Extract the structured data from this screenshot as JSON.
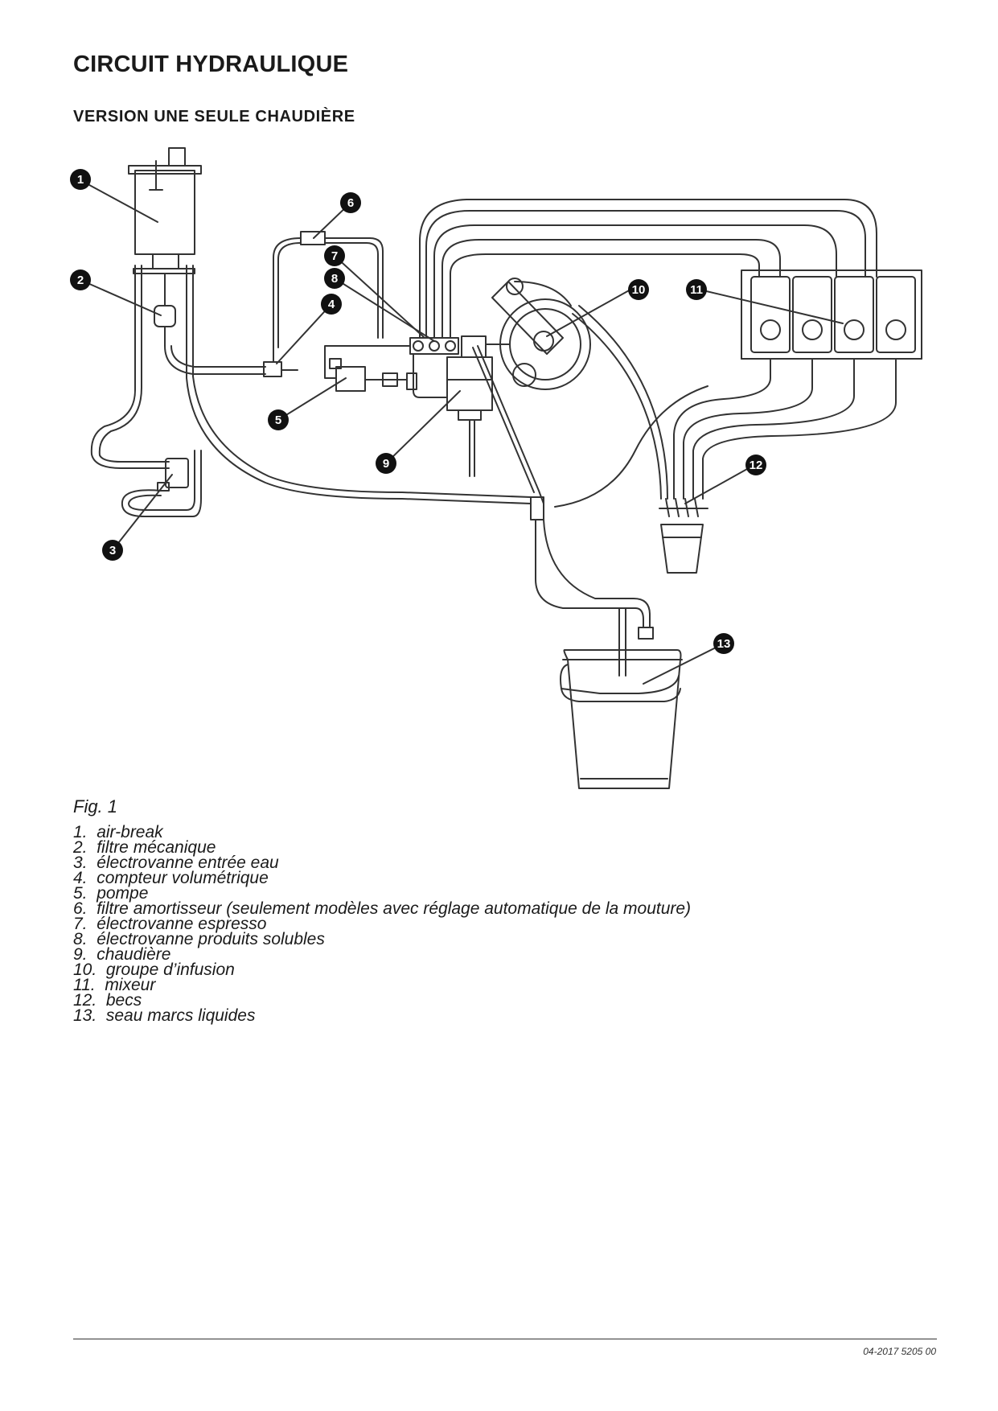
{
  "page": {
    "title": "CIRCUIT HYDRAULIQUE",
    "subtitle": "VERSION UNE SEULE CHAUDIÈRE"
  },
  "figure": {
    "label": "Fig. 1",
    "callouts": [
      "1",
      "2",
      "3",
      "4",
      "5",
      "6",
      "7",
      "8",
      "9",
      "10",
      "11",
      "12",
      "13"
    ]
  },
  "legend": [
    {
      "num": "1.",
      "text": "air-break"
    },
    {
      "num": "2.",
      "text": "filtre mécanique"
    },
    {
      "num": "3.",
      "text": "électrovanne entrée eau"
    },
    {
      "num": "4.",
      "text": "compteur volumétrique"
    },
    {
      "num": "5.",
      "text": "pompe"
    },
    {
      "num": "6.",
      "text": "filtre amortisseur (seulement modèles avec réglage automatique de la mouture)"
    },
    {
      "num": "7.",
      "text": "électrovanne espresso"
    },
    {
      "num": "8.",
      "text": "électrovanne produits solubles"
    },
    {
      "num": "9.",
      "text": "chaudière"
    },
    {
      "num": "10.",
      "text": "groupe d’infusion"
    },
    {
      "num": "11.",
      "text": "mixeur"
    },
    {
      "num": "12.",
      "text": "becs"
    },
    {
      "num": "13.",
      "text": "seau marcs liquides"
    }
  ],
  "footer": {
    "code": "04-2017 5205 00"
  },
  "colors": {
    "ink": "#1a1a1a",
    "callout_fill": "#111111"
  }
}
